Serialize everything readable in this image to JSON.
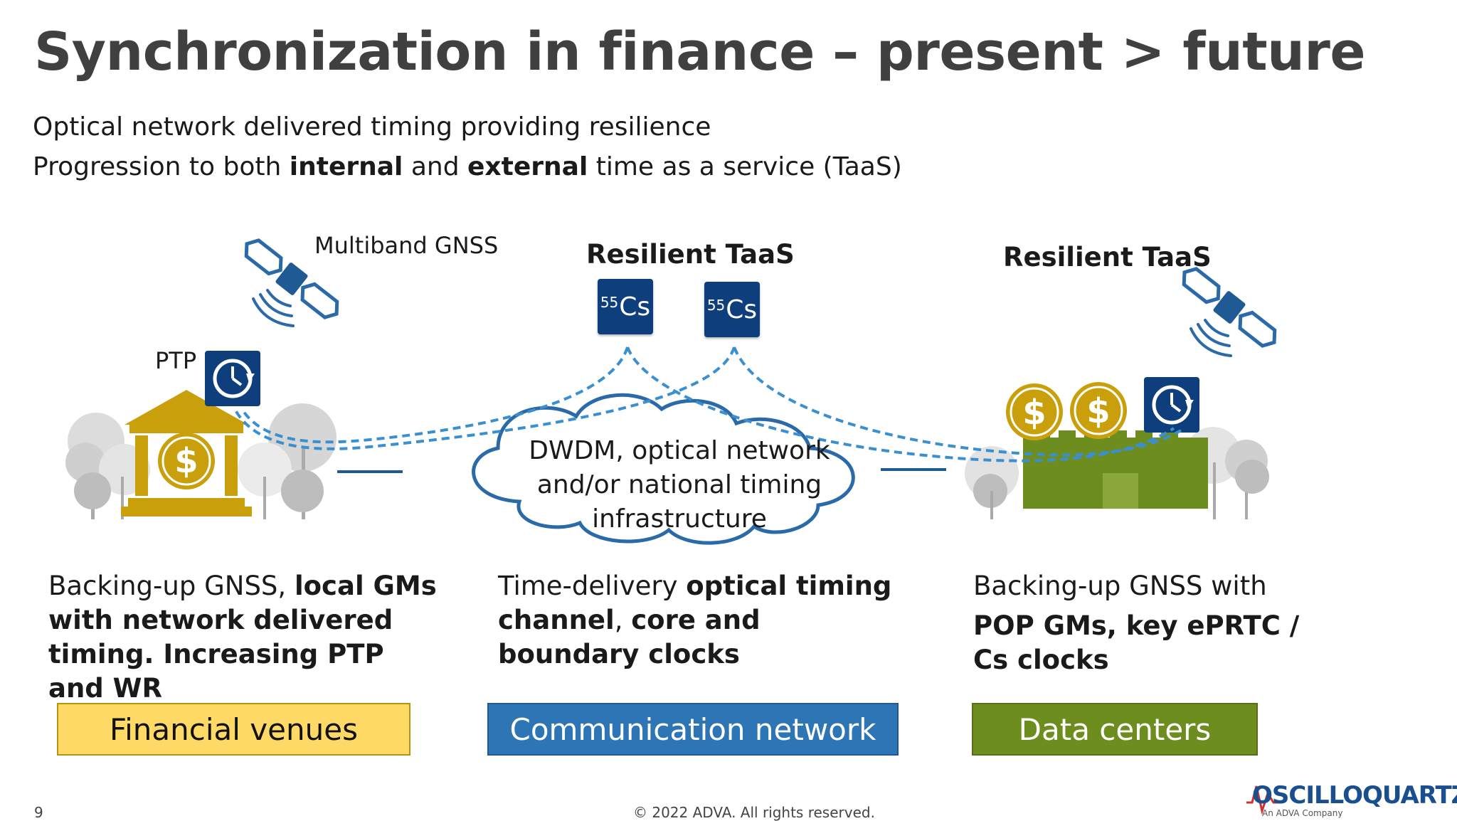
{
  "title": "Synchronization in finance – present > future",
  "subtitle_line1": "Optical network delivered timing providing resilience",
  "subtitle_line2": {
    "prefix": "Progression to both ",
    "bold1": "internal",
    "mid": " and ",
    "bold2": "external",
    "suffix": " time as a service (TaaS)"
  },
  "labels": {
    "multiband_gnss": "Multiband GNSS",
    "ptp": "PTP",
    "resilient_taas_center": "Resilient TaaS",
    "resilient_taas_right": "Resilient TaaS",
    "cesium_sup": "55",
    "cesium_symbol": "Cs",
    "dollar": "$",
    "cloud_line1": "DWDM, optical network",
    "cloud_line2": "and/or national timing",
    "cloud_line3": "infrastructure"
  },
  "descriptions": {
    "left": {
      "plain1": "Backing-up GNSS, ",
      "bold1": "local GMs with network delivered timing. Increasing PTP and WR"
    },
    "center": {
      "plain1": "Time-delivery ",
      "bold1": "optical timing channel",
      "plain2": ", ",
      "bold2": "core and boundary clocks"
    },
    "right": {
      "plain1": "Backing-up GNSS with",
      "bold1": "POP GMs, key ePRTC / Cs clocks"
    }
  },
  "categories": {
    "venues": "Financial venues",
    "network": "Communication network",
    "datacenters": "Data centers"
  },
  "footer": {
    "page_number": "9",
    "copyright": "© 2022 ADVA. All rights reserved.",
    "logo_name": "OSCILLOQUARTZ",
    "logo_tagline": "An ADVA Company"
  },
  "colors": {
    "venue_gold": "#c9a00b",
    "network_blue": "#2e75b6",
    "datacenter_green": "#6e8d1f",
    "dashed_line": "#3a8fd0",
    "icon_navy": "#0e3f7c",
    "tree_gray": "#c8c8c8"
  }
}
